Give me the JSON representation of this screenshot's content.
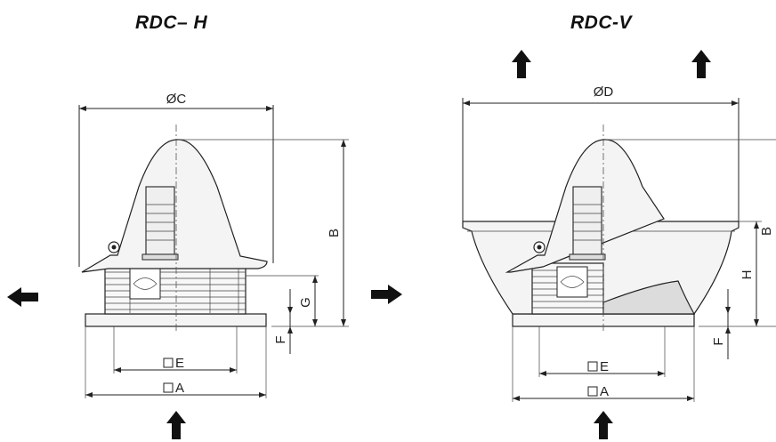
{
  "diagrams": [
    {
      "title": "RDC– H",
      "labels": {
        "diameter": "ØC",
        "e": "E",
        "a": "A",
        "b": "B",
        "g": "G",
        "f": "F"
      }
    },
    {
      "title": "RDC-V",
      "labels": {
        "diameter": "ØD",
        "e": "E",
        "a": "A",
        "b": "B",
        "h": "H",
        "f": "F"
      }
    }
  ],
  "icons": [
    "arrow-left-icon",
    "arrow-right-icon",
    "arrow-up-icon",
    "square-symbol-icon"
  ],
  "colors": {
    "ink": "#222222",
    "background": "#ffffff",
    "fill": "#f4f4f4"
  }
}
